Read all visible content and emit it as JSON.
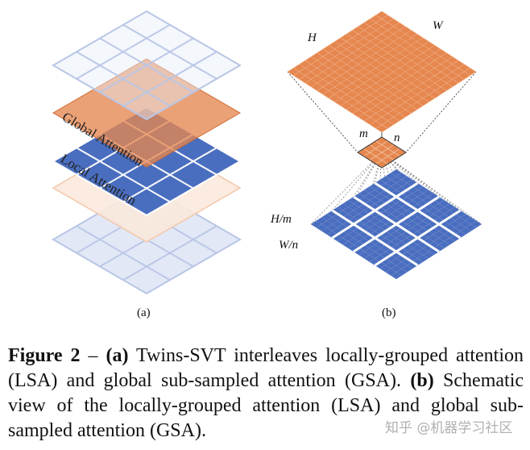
{
  "figure": {
    "panel_a": {
      "label": "(a)",
      "layer_labels": [
        "Global Attention",
        "Local Attention"
      ]
    },
    "panel_b": {
      "label": "(b)",
      "dims_top": [
        "H",
        "W"
      ],
      "dims_mid": [
        "m",
        "n"
      ],
      "dims_bottom": [
        "H/m",
        "W/n"
      ]
    },
    "colors": {
      "orange": "#e5874f",
      "blue": "#4a6ebf",
      "light_blue": "#dfe6f5",
      "light_orange": "#fbe9dd"
    }
  },
  "caption": {
    "figure_label": "Figure 2",
    "dash": " – ",
    "part_a_marker": "(a)",
    "part_a_text": " Twins-SVT interleaves locally-grouped attention (LSA) and global sub-sampled attention (GSA).",
    "part_b_marker": "(b)",
    "part_b_text": " Schematic view of the locally-grouped attention (LSA) and global sub-sampled attention (GSA)."
  },
  "watermark": "知乎 @机器学习社区"
}
